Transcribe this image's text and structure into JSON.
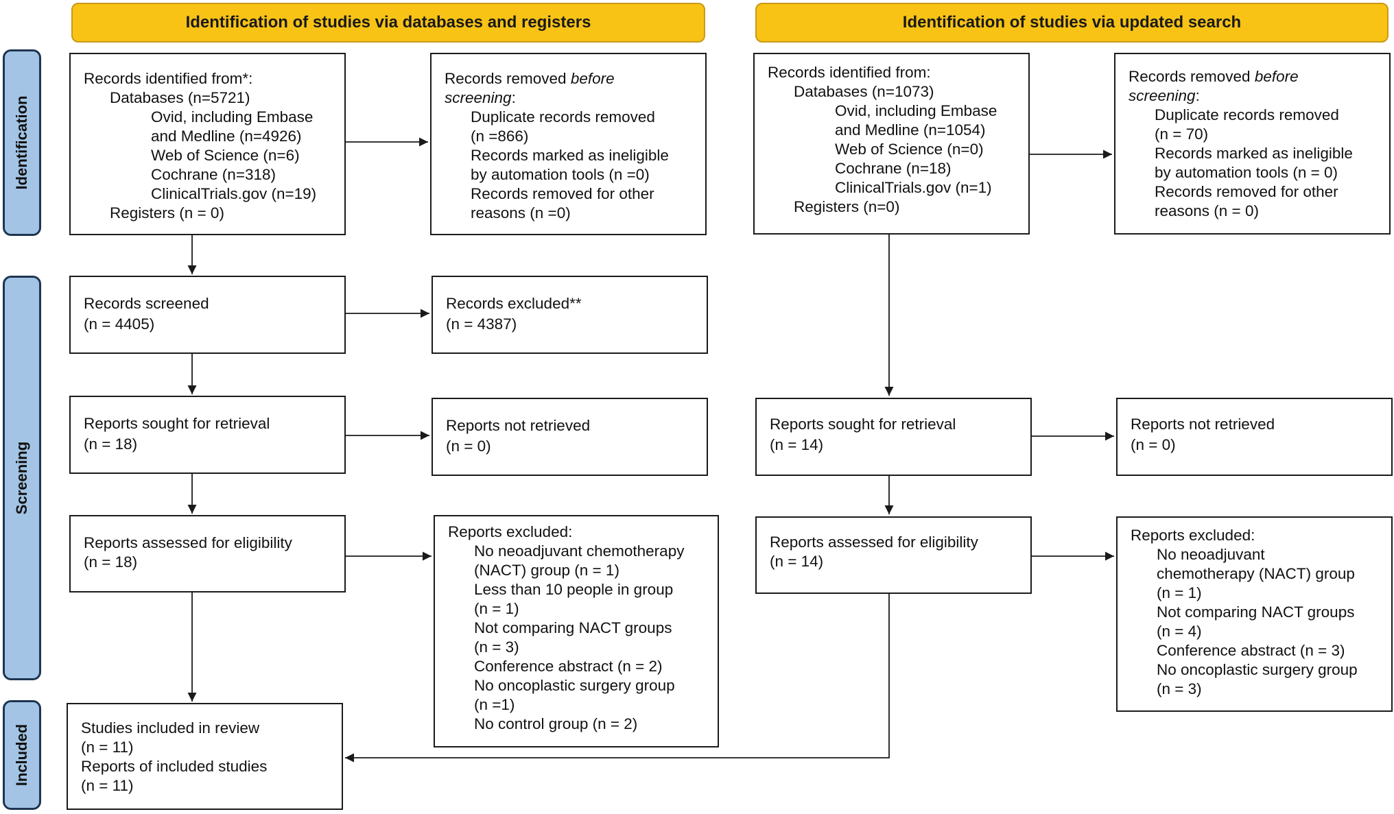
{
  "headers": {
    "left": "Identification of studies via databases and registers",
    "right": "Identification of studies via updated search"
  },
  "phases": {
    "identification": "Identification",
    "screening": "Screening",
    "included": "Included"
  },
  "left": {
    "identified": {
      "title": "Records identified from*:",
      "databases": "Databases (n=5721)",
      "ovid_1": "Ovid, including Embase",
      "ovid_2": "and Medline (n=4926)",
      "wos": "Web of Science (n=6)",
      "cochrane": "Cochrane (n=318)",
      "clinicaltrials": "ClinicalTrials.gov (n=19)",
      "registers": "Registers (n = 0)"
    },
    "removed": {
      "title_prefix": "Records removed ",
      "title_italic": "before",
      "title_italic_2": "screening",
      "title_suffix": ":",
      "duplicates_1": "Duplicate records removed",
      "duplicates_2": "(n =866)",
      "automation_1": "Records marked as ineligible",
      "automation_2": "by automation tools (n =0)",
      "other_1": "Records removed for other",
      "other_2": "reasons (n =0)"
    },
    "screened": {
      "title": "Records screened",
      "count": "(n = 4405)"
    },
    "excluded": {
      "title": "Records excluded**",
      "count": "(n = 4387)"
    },
    "sought": {
      "title": "Reports sought for retrieval",
      "count": "(n = 18)"
    },
    "not_retrieved": {
      "title": "Reports not retrieved",
      "count": "(n = 0)"
    },
    "assessed": {
      "title": "Reports assessed for eligibility",
      "count": "(n = 18)"
    },
    "reports_excluded": {
      "title": "Reports excluded:",
      "lines": [
        "No neoadjuvant chemotherapy",
        "(NACT) group (n = 1)",
        "Less than 10 people in group",
        "(n = 1)",
        "Not comparing NACT groups",
        "(n = 3)",
        "Conference abstract (n = 2)",
        "No oncoplastic surgery group",
        "(n =1)",
        "No control group (n = 2)"
      ]
    },
    "included": {
      "studies": "Studies included in review",
      "studies_count": "(n = 11)",
      "reports": "Reports of included studies",
      "reports_count": "(n = 11)"
    }
  },
  "right": {
    "identified": {
      "title": "Records identified from:",
      "databases": "Databases (n=1073)",
      "ovid_1": "Ovid, including Embase",
      "ovid_2": "and Medline (n=1054)",
      "wos": "Web of Science (n=0)",
      "cochrane": "Cochrane (n=18)",
      "clinicaltrials": "ClinicalTrials.gov (n=1)",
      "registers": "Registers (n=0)"
    },
    "removed": {
      "title_prefix": "Records removed ",
      "title_italic": "before",
      "title_italic_2": "screening",
      "title_suffix": ":",
      "duplicates_1": "Duplicate records removed",
      "duplicates_2": "(n = 70)",
      "automation_1": "Records marked as ineligible",
      "automation_2": "by automation tools (n = 0)",
      "other_1": "Records removed for other",
      "other_2": "reasons (n = 0)"
    },
    "sought": {
      "title": "Reports sought for retrieval",
      "count": "(n = 14)"
    },
    "not_retrieved": {
      "title": "Reports not retrieved",
      "count": "(n = 0)"
    },
    "assessed": {
      "title": "Reports assessed for eligibility",
      "count": "(n = 14)"
    },
    "reports_excluded": {
      "title": "Reports excluded:",
      "lines": [
        "No neoadjuvant",
        "chemotherapy (NACT) group",
        "(n = 1)",
        "Not comparing NACT groups",
        "(n = 4)",
        "Conference abstract (n = 3)",
        "No oncoplastic surgery group",
        "(n = 3)"
      ]
    }
  },
  "colors": {
    "header_fill": "#f8c315",
    "phase_fill": "#a3c4e4",
    "phase_border": "#1e3550",
    "box_border": "#1a1a1a"
  }
}
